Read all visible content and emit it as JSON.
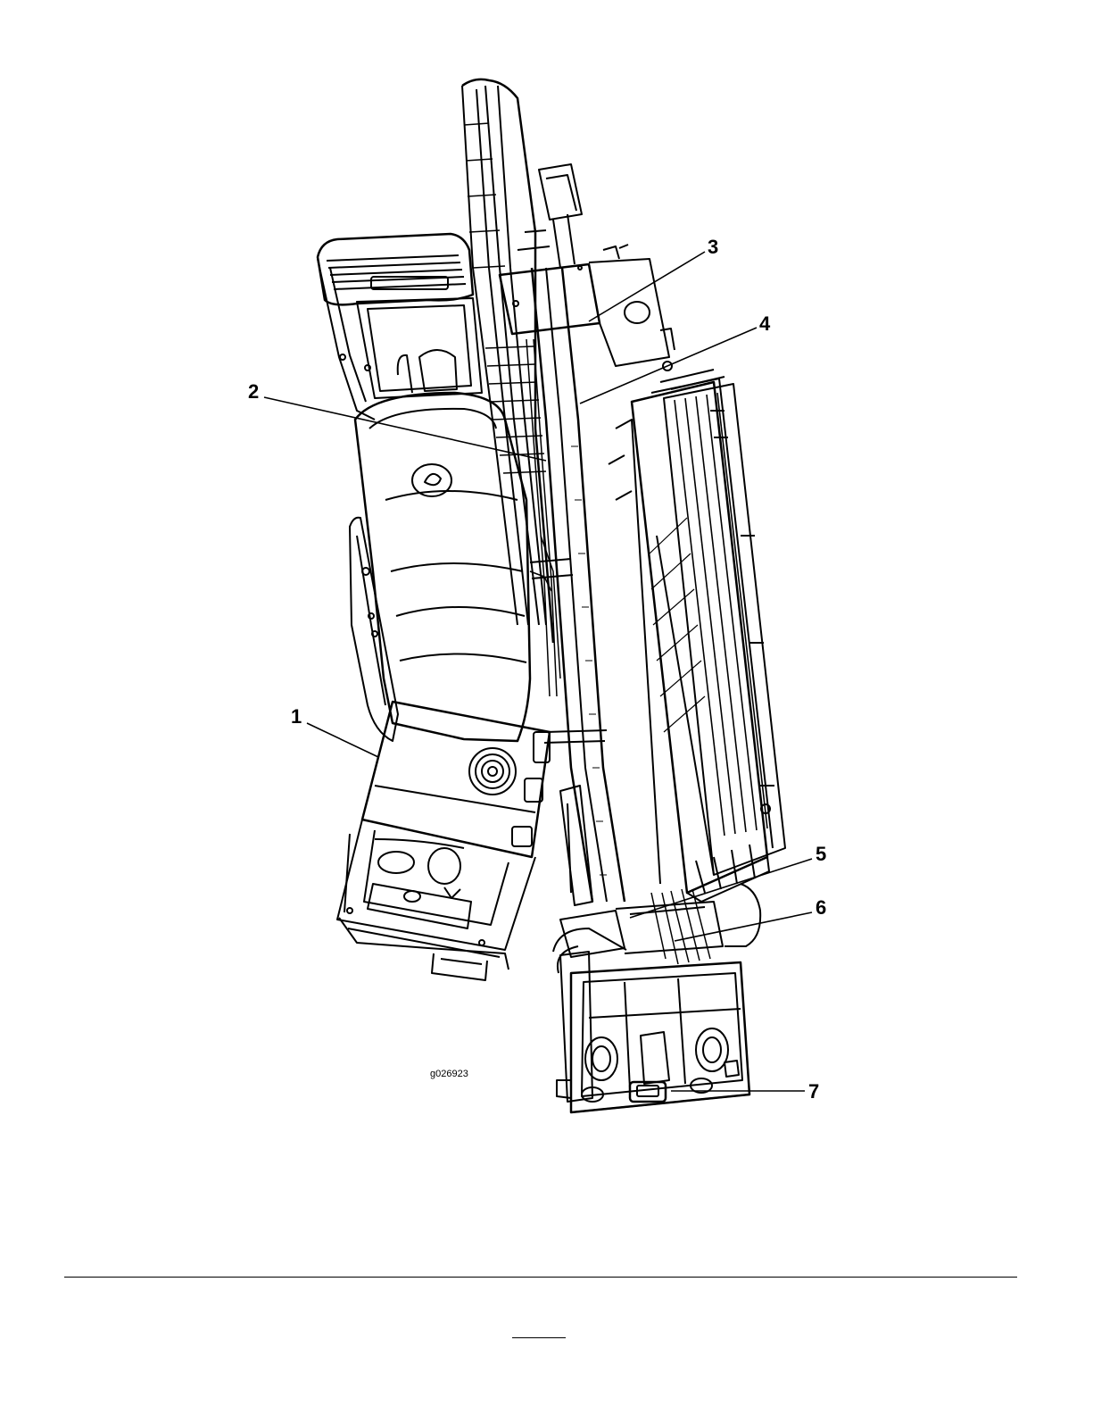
{
  "figure": {
    "code": "g026923",
    "callouts": [
      {
        "number": "1"
      },
      {
        "number": "2"
      },
      {
        "number": "3"
      },
      {
        "number": "4"
      },
      {
        "number": "5"
      },
      {
        "number": "6"
      },
      {
        "number": "7"
      }
    ]
  },
  "colors": {
    "ink": "#000000",
    "paper": "#ffffff"
  }
}
